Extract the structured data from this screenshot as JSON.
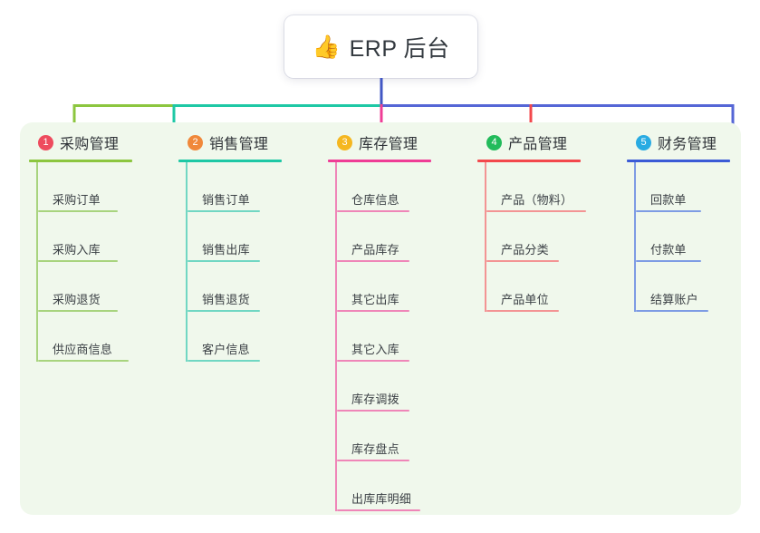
{
  "diagram": {
    "type": "mindmap-tree",
    "root": {
      "icon": "thumbs-up-icon",
      "emoji": "👍",
      "title": "ERP 后台"
    },
    "panel_color": "#f0f8ec",
    "branches": [
      {
        "number": "1",
        "title": "采购管理",
        "badge_color": "#ee4b5e",
        "line_color": "#8cc63f",
        "leaf_line_color": "#a8d47e",
        "items": [
          {
            "label": "采购订单",
            "rule_width": 88
          },
          {
            "label": "采购入库",
            "rule_width": 88
          },
          {
            "label": "采购退货",
            "rule_width": 88
          },
          {
            "label": "供应商信息",
            "rule_width": 100
          }
        ]
      },
      {
        "number": "2",
        "title": "销售管理",
        "badge_color": "#f0883a",
        "line_color": "#1ec8a5",
        "leaf_line_color": "#71d7c3",
        "items": [
          {
            "label": "销售订单",
            "rule_width": 80
          },
          {
            "label": "销售出库",
            "rule_width": 80
          },
          {
            "label": "销售退货",
            "rule_width": 80
          },
          {
            "label": "客户信息",
            "rule_width": 80
          }
        ]
      },
      {
        "number": "3",
        "title": "库存管理",
        "badge_color": "#f5b720",
        "line_color": "#ef3d96",
        "leaf_line_color": "#ef86b8",
        "items": [
          {
            "label": "仓库信息",
            "rule_width": 80
          },
          {
            "label": "产品库存",
            "rule_width": 80
          },
          {
            "label": "其它出库",
            "rule_width": 80
          },
          {
            "label": "其它入库",
            "rule_width": 80
          },
          {
            "label": "库存调拨",
            "rule_width": 80
          },
          {
            "label": "库存盘点",
            "rule_width": 80
          },
          {
            "label": "出库库明细",
            "rule_width": 92
          }
        ]
      },
      {
        "number": "4",
        "title": "产品管理",
        "badge_color": "#22bb5b",
        "line_color": "#f3484c",
        "leaf_line_color": "#f39494",
        "items": [
          {
            "label": "产品（物料）",
            "rule_width": 110
          },
          {
            "label": "产品分类",
            "rule_width": 80
          },
          {
            "label": "产品单位",
            "rule_width": 80
          }
        ]
      },
      {
        "number": "5",
        "title": "财务管理",
        "badge_color": "#29abe2",
        "line_color": "#3b5bd6",
        "leaf_line_color": "#7e9ce4",
        "items": [
          {
            "label": "回款单",
            "rule_width": 72
          },
          {
            "label": "付款单",
            "rule_width": 72
          },
          {
            "label": "结算账户",
            "rule_width": 80
          }
        ]
      }
    ]
  }
}
